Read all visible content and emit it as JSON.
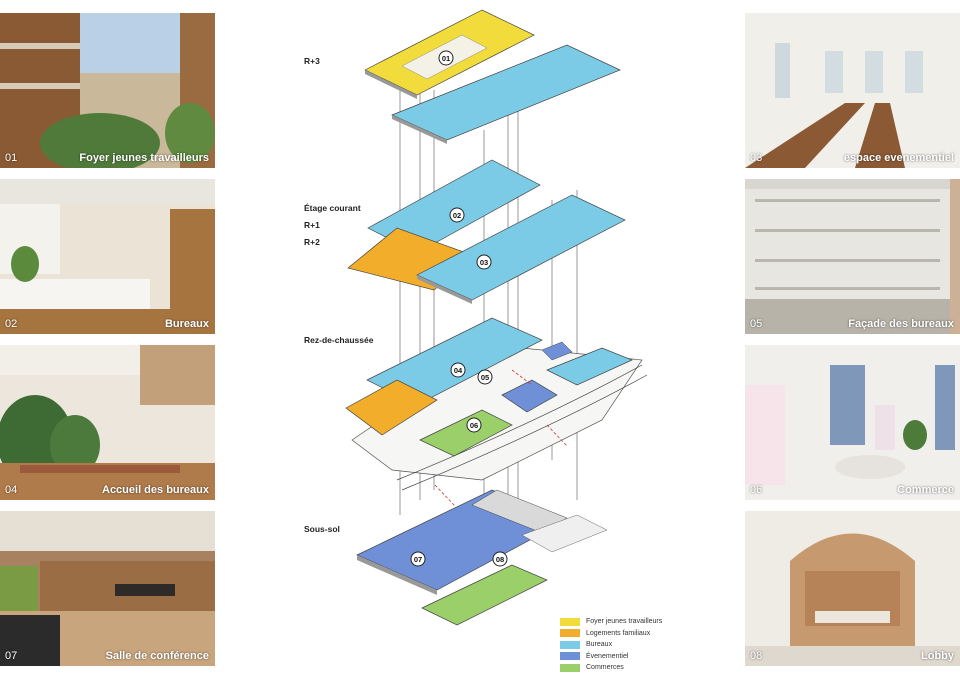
{
  "photos_left": [
    {
      "num": "01",
      "caption": "Foyer  jeunes travailleurs"
    },
    {
      "num": "02",
      "caption": "Bureaux"
    },
    {
      "num": "04",
      "caption": "Accueil des bureaux"
    },
    {
      "num": "07",
      "caption": "Salle de conférence"
    }
  ],
  "photos_right": [
    {
      "num": "03",
      "caption": "espace evenementiel"
    },
    {
      "num": "05",
      "caption": "Façade des bureaux"
    },
    {
      "num": "06",
      "caption": "Commerce"
    },
    {
      "num": "08",
      "caption": "Lobby"
    }
  ],
  "levels": {
    "r3": "R+3",
    "etage": "Étage courant",
    "r1": "R+1",
    "r2": "R+2",
    "rdc": "Rez-de-chaussée",
    "sous_sol": "Sous-sol"
  },
  "markers": [
    "01",
    "02",
    "03",
    "04",
    "05",
    "06",
    "07",
    "08"
  ],
  "legend": [
    {
      "label": "Foyer jeunes travailleurs",
      "color": "#f2dc3b"
    },
    {
      "label": "Logements familiaux",
      "color": "#f2ad2a"
    },
    {
      "label": "Bureaux",
      "color": "#7ccbe6"
    },
    {
      "label": "Évenementiel",
      "color": "#6f8fd6"
    },
    {
      "label": "Commerces",
      "color": "#9bcf6a"
    }
  ]
}
